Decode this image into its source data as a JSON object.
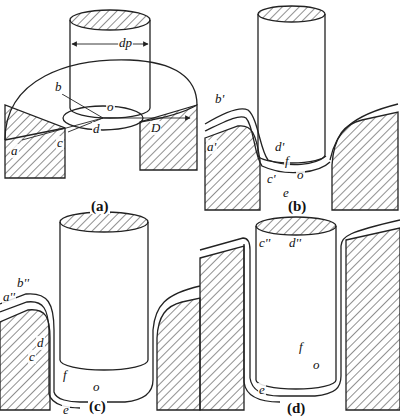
{
  "diagram": {
    "labels": [
      "dp",
      "b",
      "a",
      "d",
      "o",
      "D",
      "c",
      "(a)",
      "b'",
      "a'",
      "d'",
      "f",
      "c'",
      "o",
      "e",
      "(b)",
      "b''",
      "a''",
      "d",
      "c",
      "f",
      "o",
      "e",
      "(c)",
      "c''",
      "d''",
      "f",
      "o",
      "e",
      "(d)"
    ]
  }
}
